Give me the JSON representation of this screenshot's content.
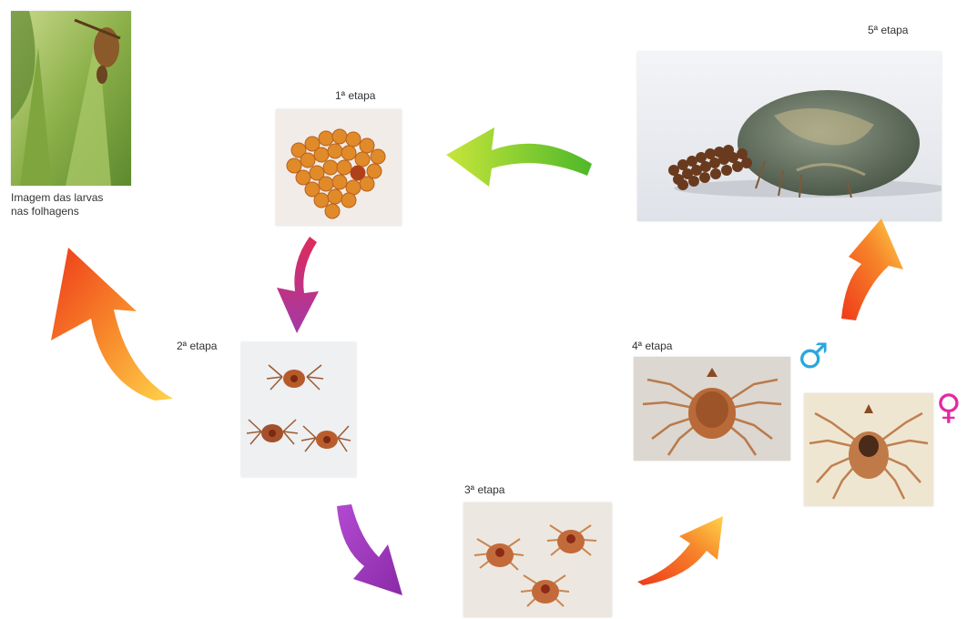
{
  "stages": {
    "stage1": "1ª etapa",
    "stage2": "2ª etapa",
    "stage3": "3ª etapa",
    "stage4": "4ª etapa",
    "stage5": "5ª etapa"
  },
  "larvae_caption": {
    "line1": "Imagem das larvas",
    "line2": "nas folhagens"
  },
  "symbols": {
    "male": "♂",
    "female": "♀"
  },
  "colors": {
    "male": "#2aa7de",
    "female": "#e22aa2"
  }
}
